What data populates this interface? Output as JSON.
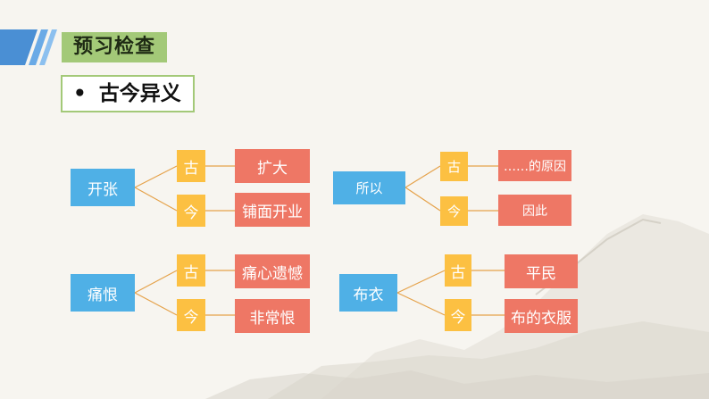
{
  "header": {
    "title": "预习检查"
  },
  "section": {
    "bullet": "•",
    "title": "古今异义"
  },
  "colors": {
    "accent_green": "#a3c978",
    "term_blue": "#4fb0e6",
    "kind_yellow": "#fcc042",
    "meaning_red": "#ee7765"
  },
  "groups": [
    {
      "term": "开张",
      "ancient_label": "古",
      "ancient": "扩大",
      "modern_label": "今",
      "modern": "铺面开业"
    },
    {
      "term": "所以",
      "ancient_label": "古",
      "ancient": "……的原因",
      "modern_label": "今",
      "modern": "因此"
    },
    {
      "term": "痛恨",
      "ancient_label": "古",
      "ancient": "痛心遗憾",
      "modern_label": "今",
      "modern": "非常恨"
    },
    {
      "term": "布衣",
      "ancient_label": "古",
      "ancient": "平民",
      "modern_label": "今",
      "modern": "布的衣服"
    }
  ]
}
